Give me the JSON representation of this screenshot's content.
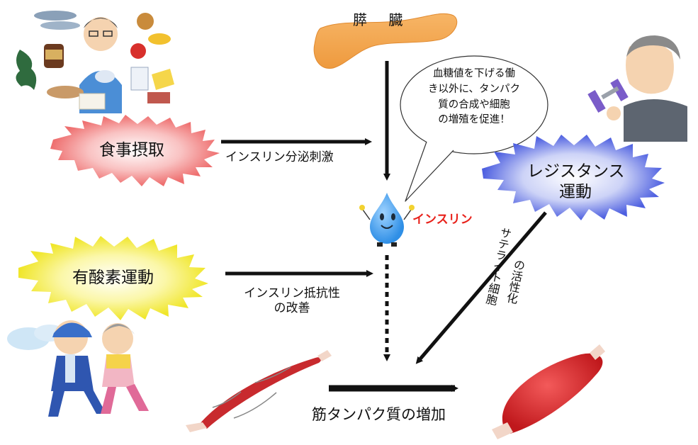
{
  "pancreas": {
    "label": "膵 臓"
  },
  "insulin": {
    "label": "インスリン"
  },
  "bubble": {
    "lines": [
      "血糖値を下げる働",
      "き以外に、タンパク",
      "質の合成や細胞",
      "の増殖を促進！"
    ]
  },
  "bursts": {
    "food": {
      "label": "食事摂取"
    },
    "aerobic": {
      "label": "有酸素運動"
    },
    "resistance": {
      "lines": [
        "レジスタンス",
        "運動"
      ]
    }
  },
  "arrows": {
    "food": {
      "label": "インスリン分泌刺激"
    },
    "aerobic": {
      "lines": [
        "インスリン抵抗性",
        "の改善"
      ]
    },
    "resistance": {
      "lines": [
        "サテライト細胞",
        "の活性化"
      ]
    }
  },
  "result": {
    "label": "筋タンパク質の増加"
  },
  "colors": {
    "food_burst": "#f07a7a",
    "aerobic_burst": "#f3ee3a",
    "resistance_burst": "#5a6be0",
    "insulin_text": "#e8211a",
    "pancreas": "#f2a24c",
    "muscle": "#d8282a"
  },
  "icons": [
    "food-illustration",
    "pancreas-illustration",
    "dumbbell-man-illustration",
    "insulin-drop-icon",
    "jogging-couple-illustration",
    "thin-muscle-illustration",
    "large-muscle-illustration"
  ]
}
